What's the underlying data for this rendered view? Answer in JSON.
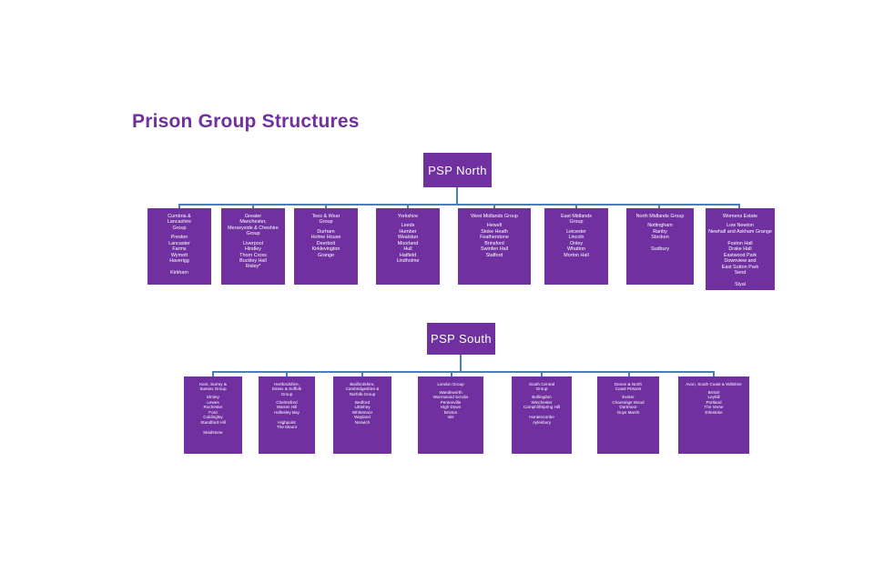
{
  "page": {
    "title": "Prison Group Structures",
    "accent_color": "#7030a0",
    "box_color": "#7030a0",
    "connector_color": "#4a7ebb",
    "background_color": "#ffffff"
  },
  "north": {
    "root_label": "PSP North",
    "groups": [
      {
        "title": "Cumbria &\nLancashire\nGroup",
        "prisons": "Preston\nLancaster\nFarms\nWymott\nHaverigg\n\nKirkham"
      },
      {
        "title": "Greater\nManchester,\nMerseyside & Cheshire\nGroup",
        "prisons": "Liverpool\nHindley\nThorn Cross\nBuckley Hall\nRisley*"
      },
      {
        "title": "Tees & Wear\nGroup",
        "prisons": "Durham\nHolme House\nDeerbolt\nKirklevington\nGrange"
      },
      {
        "title": "Yorkshire",
        "prisons": "Leeds\nHumber\nWealstun\nMoorland\nHull\nHatfield\nLindholme"
      },
      {
        "title": "West  Midlands Group",
        "prisons": "Hewell\nStoke Heath\nFeatherstone\nBrinsford\nSwinfen  Hall\nStafford"
      },
      {
        "title": "East Midlands\nGroup",
        "prisons": "Leicester\nLincoln\nOnley\nWhatton\nMorton Hall"
      },
      {
        "title": "North Midlands Group",
        "prisons": "Nottingham\nRanby\nStocken\n\nSudbury"
      },
      {
        "title": "Womens Estate",
        "prisons": "Low Newton\nNewhall and Askham  Grange\n\nFoston  Hall\nDrake  Hall\nEastwood Park\nDownview and\nEast Sutton Park\nSend\n\nStyal"
      }
    ]
  },
  "south": {
    "root_label": "PSP  South",
    "groups": [
      {
        "title": "Kent, Surrey &\nSussex Group",
        "prisons": "Elmley\nLewes\nRochester\nFord\nColdingley\nStandford  Hill\n\nMaidstone"
      },
      {
        "title": "Hertfordshire,\nEssex & Suffolk\nGroup",
        "prisons": "Chelmsford\nWarren  Hill\nHollesley Bay\n\nHighpoint\nThe Mount"
      },
      {
        "title": "Bedfordshire,\nCambridgeshire  &\nNorfolk Group",
        "prisons": "Bedford\nLittlehey\nWhitemoor\nWayland\nNorwich"
      },
      {
        "title": "London  Group",
        "prisons": "Wandsworth\nWormwood  Scrubs\nPentonville\nHigh Down\nBrixton\nIsis"
      },
      {
        "title": "South Central\nGroup",
        "prisons": "Bullingdon\nWinchester\nCamphill/Spring  Hill\n\nHuntercombe\nAylesbury"
      },
      {
        "title": "Devon & North\nCoast Prisons",
        "prisons": "Exeter\nChannings  Wood\nDartmoor\nGuys Marsh"
      },
      {
        "title": "Avon, South Coast & Wiltshire",
        "prisons": "Bristol\nLeyhill\nPortland\nThe Verne\nErlestoke"
      }
    ]
  }
}
